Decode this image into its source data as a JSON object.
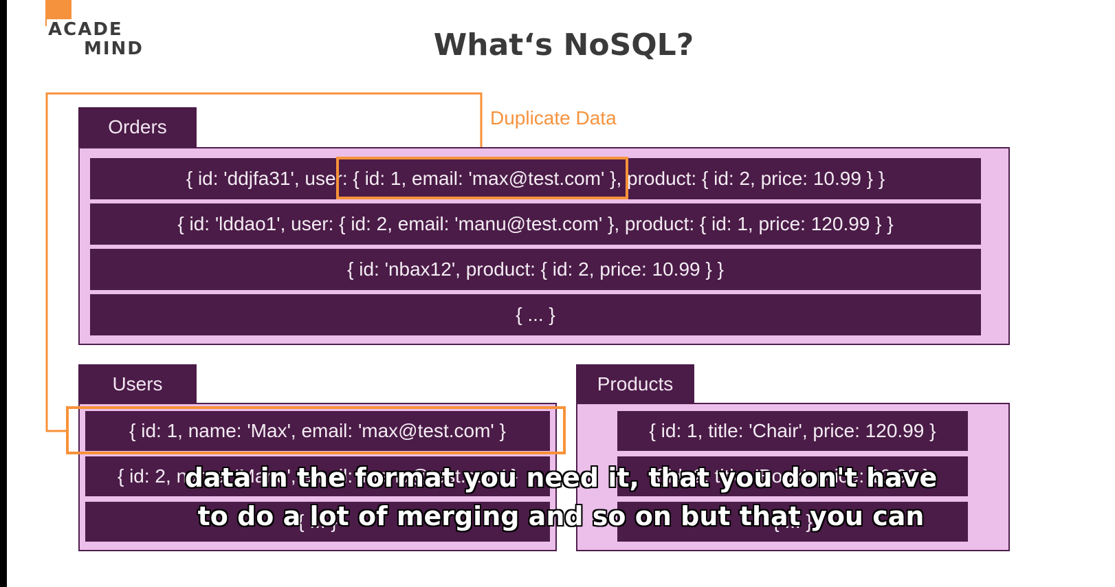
{
  "logo": {
    "line1": "ACADE",
    "line2": "MIND"
  },
  "title": "What‘s NoSQL?",
  "annotation": "Duplicate Data",
  "orders": {
    "label": "Orders",
    "rows": [
      "{ id: 'ddjfa31', user: { id: 1, email: 'max@test.com' }, product: { id: 2, price: 10.99 } }",
      "{ id: 'lddao1', user: { id: 2, email: 'manu@test.com' }, product: { id: 1, price: 120.99 } }",
      "{ id: 'nbax12', product: { id: 2, price: 10.99 } }",
      "{ ... }"
    ]
  },
  "users": {
    "label": "Users",
    "rows": [
      "{ id: 1, name: 'Max', email: 'max@test.com' }",
      "{ id: 2, name: 'Manu', email: 'manu@test.com' }",
      "{ ... }"
    ]
  },
  "products": {
    "label": "Products",
    "rows": [
      "{ id: 1, title: 'Chair', price: 120.99 }",
      "{ id: 2, title: 'Book', price: 10.99 }",
      "{ ... }"
    ]
  },
  "subtitles": [
    "data in the format you need it, that you don't have",
    "to do a lot of merging and so on but that you can"
  ],
  "colors": {
    "panel": "#ebbfe9",
    "row": "#4b1c48",
    "highlight": "#f7923a"
  }
}
